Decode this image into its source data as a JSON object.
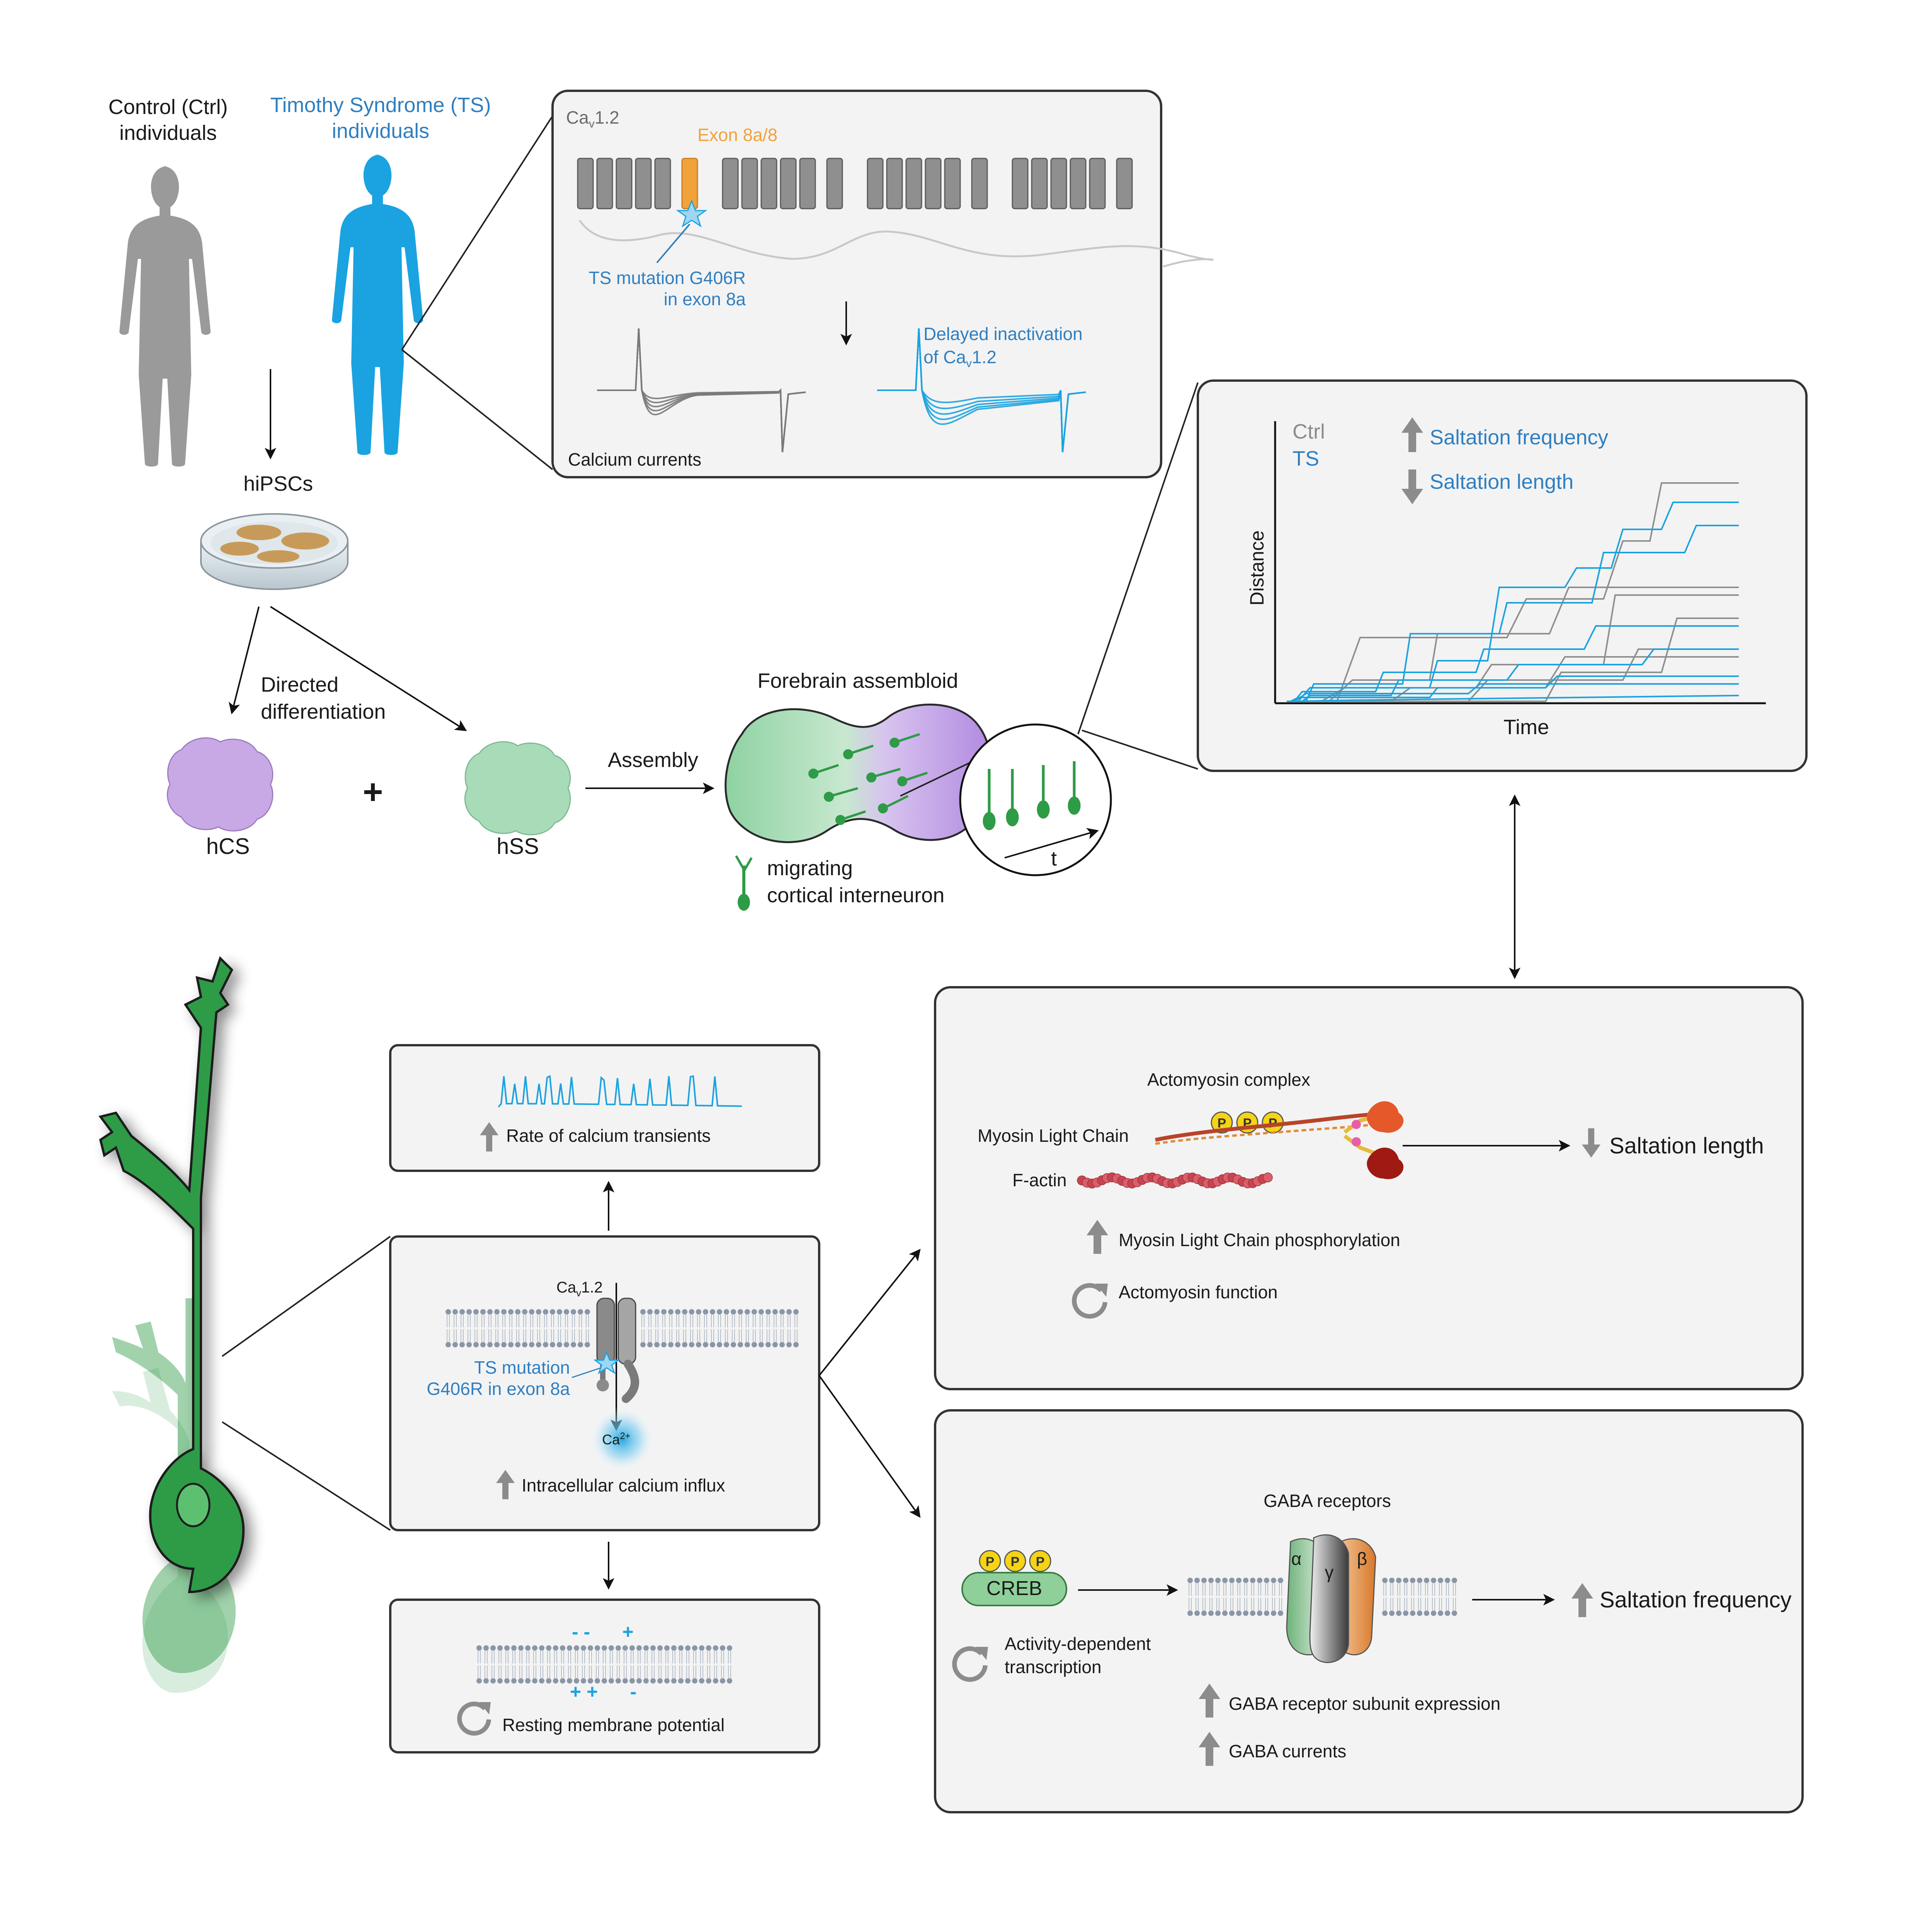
{
  "colors": {
    "ctrl": "#9a9a9a",
    "ts": "#1aa3e0",
    "ts_text": "#2f7fc1",
    "exon": "#f2a23a",
    "hcs": "#c9a8e6",
    "hss": "#a8dcb8",
    "interneuron": "#2e9b46",
    "panel_bg": "#f3f3f3",
    "panel_border": "#333333",
    "arrow_grey": "#8c8c8c"
  },
  "top": {
    "ctrl_label_1": "Control (Ctrl)",
    "ctrl_label_2": "individuals",
    "ts_label_1": "Timothy Syndrome (TS)",
    "ts_label_2": "individuals",
    "hipsc_label": "hiPSCs",
    "directed_1": "Directed",
    "directed_2": "differentiation",
    "hcs_label": "hCS",
    "hss_label": "hSS",
    "plus": "+",
    "assembly_label": "Assembly",
    "forebrain_label": "Forebrain assembloid",
    "legend_1": "migrating",
    "legend_2": "cortical interneuron",
    "t_label": "t"
  },
  "cav_panel": {
    "channel_label": "Ca",
    "channel_sub": "v",
    "channel_suffix": "1.2",
    "exon_label": "Exon 8a/8",
    "mutation_1": "TS mutation G406R",
    "mutation_2": "in exon 8a",
    "delayed_1": "Delayed inactivation",
    "delayed_2": "of Ca",
    "delayed_sub": "v",
    "delayed_suffix": "1.2",
    "currents_label": "Calcium currents"
  },
  "plot_panel": {
    "legend_ctrl": "Ctrl",
    "legend_ts": "TS",
    "freq_label": "Saltation frequency",
    "length_label": "Saltation length",
    "y_label": "Distance",
    "x_label": "Time"
  },
  "mechanism": {
    "transients_label": "Rate of calcium transients",
    "channel_label": "Ca",
    "channel_sub": "v",
    "channel_suffix": "1.2",
    "mutation_1": "TS mutation",
    "mutation_2": "G406R in exon 8a",
    "ca_label": "Ca",
    "ca_sup": "2+",
    "influx_label": "Intracellular calcium influx",
    "rmp_label": "Resting membrane potential",
    "charge_top": "- -      +",
    "charge_bottom": "+ +      -"
  },
  "actomyosin": {
    "title": "Actomyosin complex",
    "mlc_label": "Myosin Light Chain",
    "factin_label": "F-actin",
    "p": "P",
    "phos_label": "Myosin Light Chain phosphorylation",
    "function_label": "Actomyosin function",
    "outcome": "Saltation length"
  },
  "gaba": {
    "title": "GABA receptors",
    "creb": "CREB",
    "p": "P",
    "activity_1": "Activity-dependent",
    "activity_2": "transcription",
    "alpha": "α",
    "gamma": "γ",
    "beta": "β",
    "subunit_label": "GABA receptor subunit expression",
    "currents_label": "GABA currents",
    "outcome": "Saltation frequency"
  }
}
